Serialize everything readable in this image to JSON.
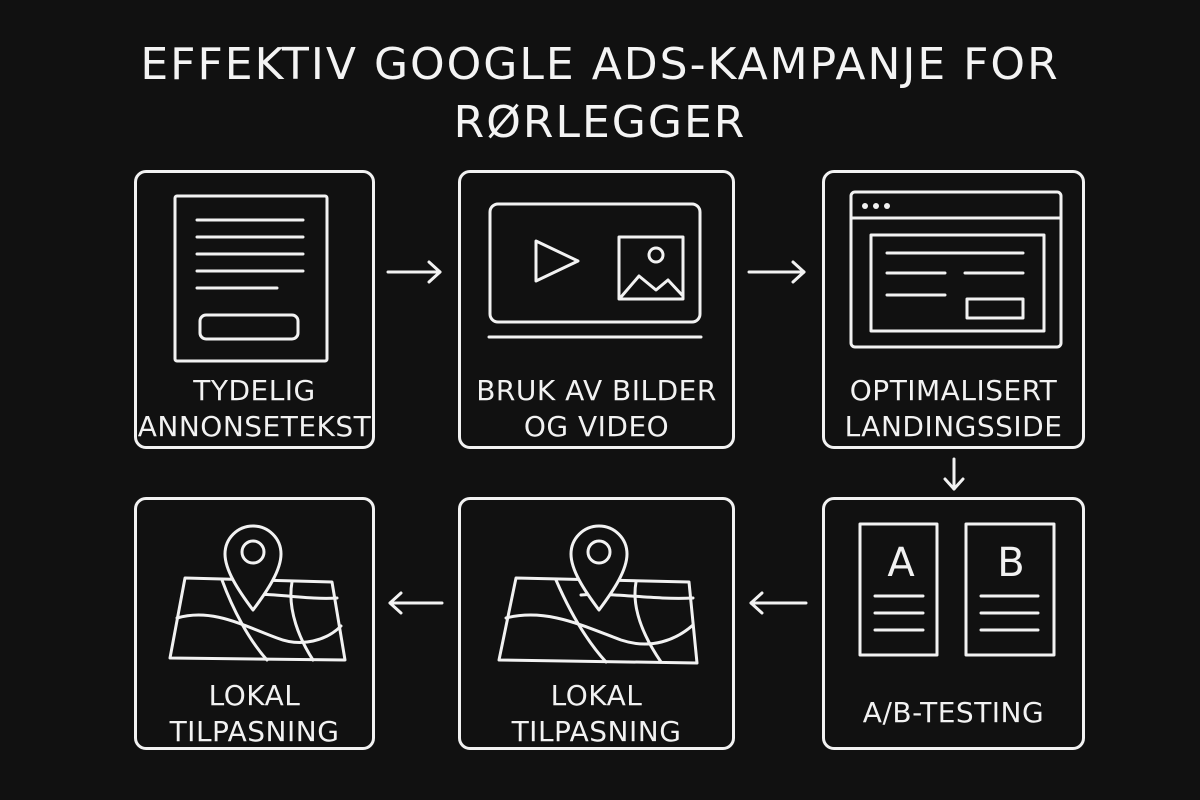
{
  "title": {
    "line1": "EFFEKTIV GOOGLE ADS-KAMPANJE FOR",
    "line2": "RØRLEGGER"
  },
  "steps": [
    {
      "icon": "ad-text-document-icon",
      "line1": "TYDELIG",
      "line2": "ANNONSETEKST"
    },
    {
      "icon": "video-image-media-icon",
      "line1": "BRUK AV BILDER",
      "line2": "OG VIDEO"
    },
    {
      "icon": "browser-landing-page-icon",
      "line1": "OPTIMALISERT",
      "line2": "LANDINGSSIDE"
    },
    {
      "icon": "ab-documents-icon",
      "line1": "A/B-TESTING",
      "line2": "",
      "variant_a": "A",
      "variant_b": "B"
    },
    {
      "icon": "map-pin-icon",
      "line1": "LOKAL",
      "line2": "TILPASNING"
    },
    {
      "icon": "map-pin-icon",
      "line1": "LOKAL",
      "line2": "TILPASNING"
    }
  ]
}
